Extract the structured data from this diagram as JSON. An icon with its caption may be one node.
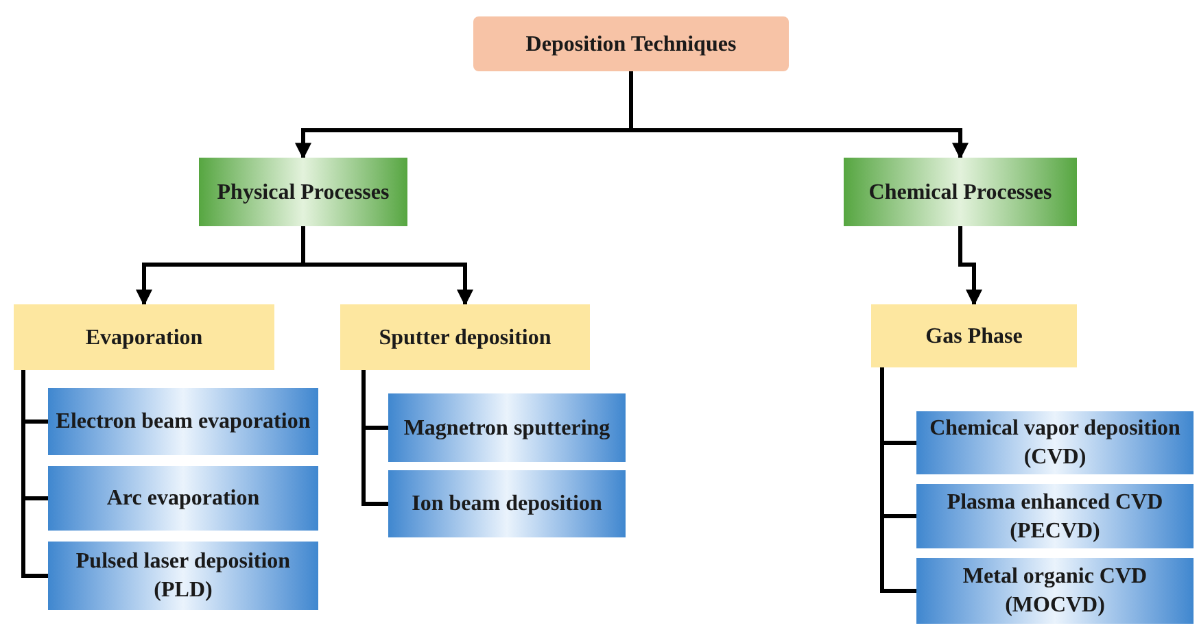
{
  "diagram": {
    "nodes": [
      {
        "text": [
          "Deposition Techniques"
        ]
      },
      {
        "text": [
          "Physical Processes"
        ]
      },
      {
        "text": [
          "Chemical Processes"
        ]
      },
      {
        "text": [
          "Evaporation"
        ]
      },
      {
        "text": [
          "Sputter deposition"
        ]
      },
      {
        "text": [
          "Gas Phase"
        ]
      },
      {
        "text": [
          "Electron beam evaporation"
        ]
      },
      {
        "text": [
          "Arc evaporation"
        ]
      },
      {
        "text": [
          "Pulsed laser deposition (PLD)"
        ]
      },
      {
        "text": [
          "Magnetron sputtering"
        ]
      },
      {
        "text": [
          "Ion beam deposition"
        ]
      },
      {
        "text": [
          "Chemical vapor deposition (CVD)"
        ]
      },
      {
        "text": [
          "Plasma enhanced CVD (PECVD)"
        ]
      },
      {
        "text": [
          "Metal organic CVD (MOCVD)"
        ]
      }
    ],
    "edges": [
      {
        "from": 0,
        "to": 1,
        "arrow": "to"
      },
      {
        "from": 0,
        "to": 2,
        "arrow": "to"
      },
      {
        "from": 1,
        "to": 3,
        "arrow": "to"
      },
      {
        "from": 1,
        "to": 4,
        "arrow": "to"
      },
      {
        "from": 2,
        "to": 5,
        "arrow": "to"
      },
      {
        "from": 3,
        "to": 6,
        "arrow": "none"
      },
      {
        "from": 3,
        "to": 7,
        "arrow": "none"
      },
      {
        "from": 3,
        "to": 8,
        "arrow": "none"
      },
      {
        "from": 4,
        "to": 9,
        "arrow": "none"
      },
      {
        "from": 4,
        "to": 10,
        "arrow": "none"
      },
      {
        "from": 5,
        "to": 11,
        "arrow": "none"
      },
      {
        "from": 5,
        "to": 12,
        "arrow": "none"
      },
      {
        "from": 5,
        "to": 13,
        "arrow": "none"
      }
    ]
  }
}
